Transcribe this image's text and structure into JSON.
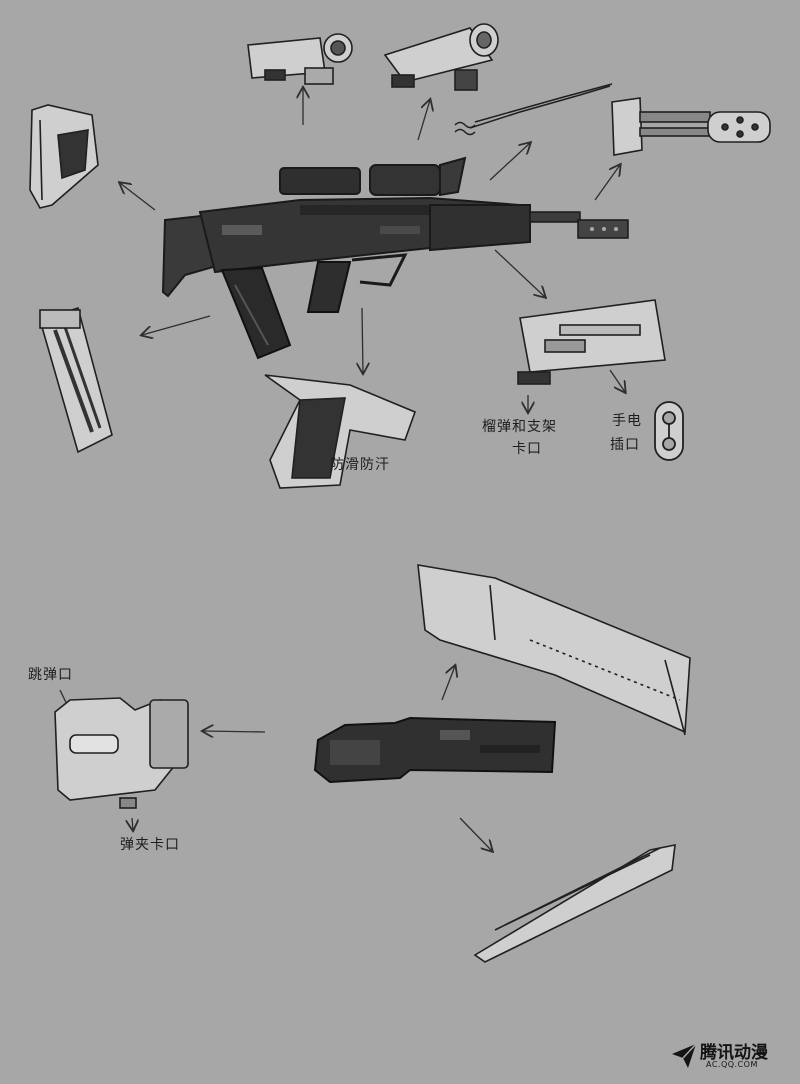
{
  "annotations": {
    "grip_label": "防滑防汗",
    "rail_label_line1": "榴弹和支架",
    "rail_label_line2": "卡口",
    "flashlight_label_line1": "手电",
    "flashlight_label_line2": "插口",
    "ejection_port_label": "跳弹口",
    "mag_catch_label": "弹夹卡口"
  },
  "watermark": {
    "brand": "腾讯动漫",
    "url": "AC.QQ.COM",
    "icon": "paper-plane-icon"
  },
  "colors": {
    "background": "#a7a7a7",
    "ink": "#1e1e1e",
    "gun_body": "#3a3a3a",
    "sketch_fill": "#cfcfcf"
  }
}
